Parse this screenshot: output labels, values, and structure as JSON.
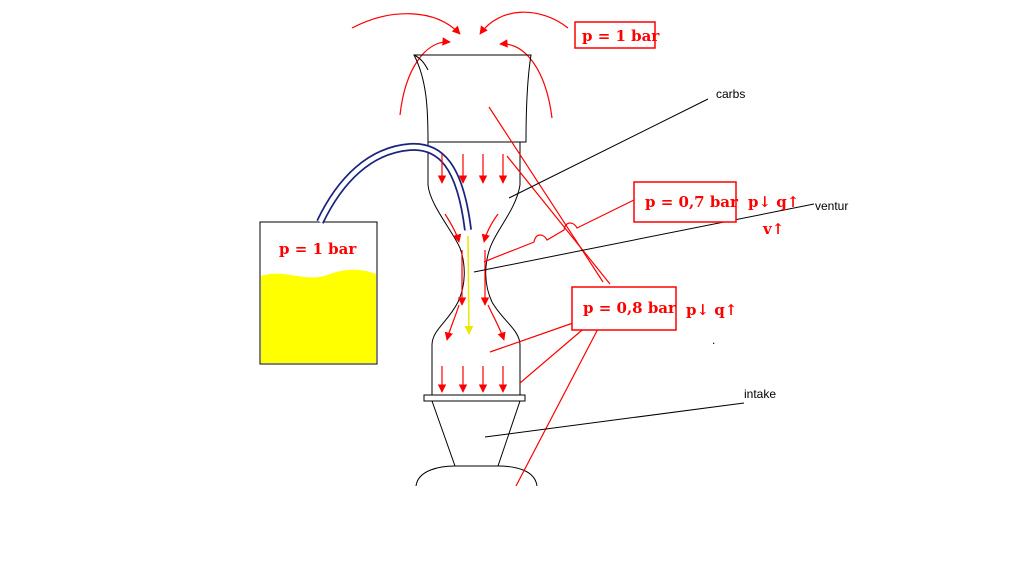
{
  "labels": {
    "top_pressure": "p = 1 bar",
    "tank_pressure": "p = 1 bar",
    "venturi_pressure": "p = 0,7 bar",
    "venturi_note_line1": "p↓  q↑",
    "venturi_note_line2": "v↑",
    "lower_pressure": "p = 0,8 bar",
    "lower_note": "p↓  q↑",
    "carbs": "carbs",
    "venturi": "ventur",
    "intake": "intake",
    "dot": "."
  },
  "colors": {
    "arrows": "#ff0000",
    "outline": "#000000",
    "fuel": "#ffff00",
    "hose": "#1a237e",
    "fuel_jet": "#e8e800"
  }
}
